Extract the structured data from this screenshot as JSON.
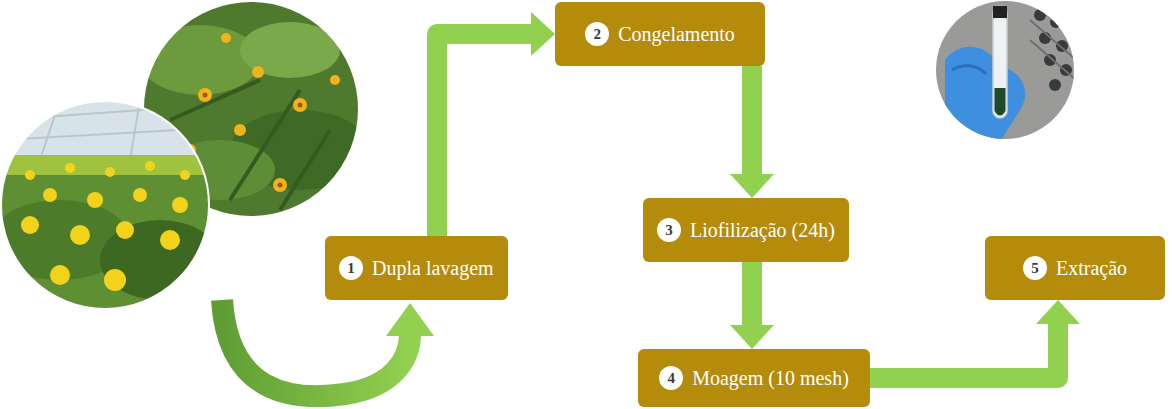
{
  "diagram": {
    "nodes": [
      {
        "text": [
          "Dupla lavagem"
        ]
      },
      {
        "text": [
          "1"
        ],
        "in": 0
      },
      {
        "text": [
          "Congelamento"
        ]
      },
      {
        "text": [
          "2"
        ],
        "in": 2
      },
      {
        "text": [
          "Liofilização (24h)"
        ]
      },
      {
        "text": [
          "3"
        ],
        "in": 4
      },
      {
        "text": [
          "Moagem (10 mesh)"
        ]
      },
      {
        "text": [
          "4"
        ],
        "in": 6
      },
      {
        "text": [
          "Extração"
        ]
      },
      {
        "text": [
          "5"
        ],
        "in": 8
      }
    ],
    "edges": [
      {
        "from": 0,
        "to": 2,
        "arrow": "to"
      },
      {
        "from": 2,
        "to": 4,
        "arrow": "to"
      },
      {
        "from": 4,
        "to": 6,
        "arrow": "to"
      },
      {
        "from": 6,
        "to": 8,
        "arrow": "to"
      }
    ]
  }
}
